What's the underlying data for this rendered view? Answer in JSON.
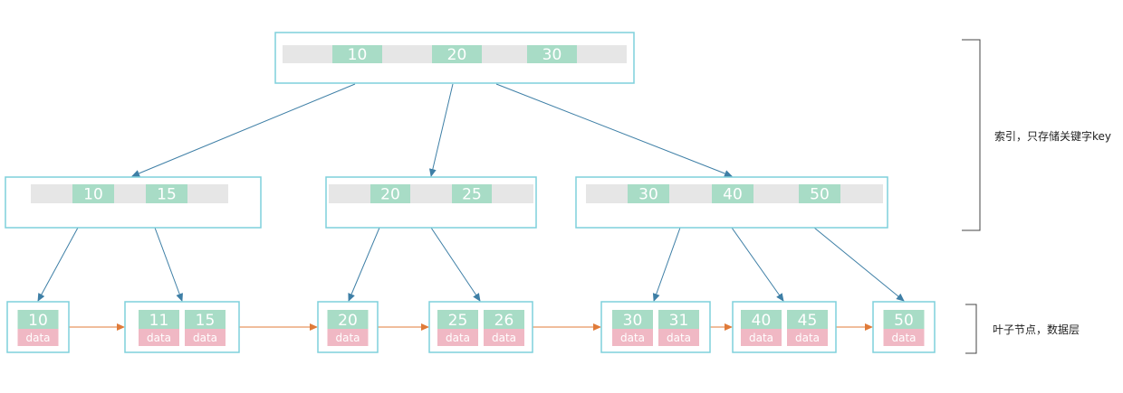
{
  "colors": {
    "node_border": "#7ed0dc",
    "slot_bg": "#e6e6e6",
    "key_fill": "#a8dcc6",
    "data_fill": "#f0b8c4",
    "pointer_arrow": "#3e7fa6",
    "leaf_link_arrow": "#e07b39",
    "bracket": "#444444"
  },
  "root": {
    "keys": [
      "10",
      "20",
      "30"
    ]
  },
  "internal": [
    {
      "keys": [
        "10",
        "15"
      ]
    },
    {
      "keys": [
        "20",
        "25"
      ]
    },
    {
      "keys": [
        "30",
        "40",
        "50"
      ]
    }
  ],
  "leaves": [
    {
      "keys": [
        "10"
      ]
    },
    {
      "keys": [
        "11",
        "15"
      ]
    },
    {
      "keys": [
        "20"
      ]
    },
    {
      "keys": [
        "25",
        "26"
      ]
    },
    {
      "keys": [
        "30",
        "31"
      ]
    },
    {
      "keys": [
        "40",
        "45"
      ]
    },
    {
      "keys": [
        "50"
      ]
    }
  ],
  "data_label": "data",
  "labels": {
    "index_layer": "索引，只存储关键字key",
    "leaf_layer": "叶子节点，数据层"
  }
}
